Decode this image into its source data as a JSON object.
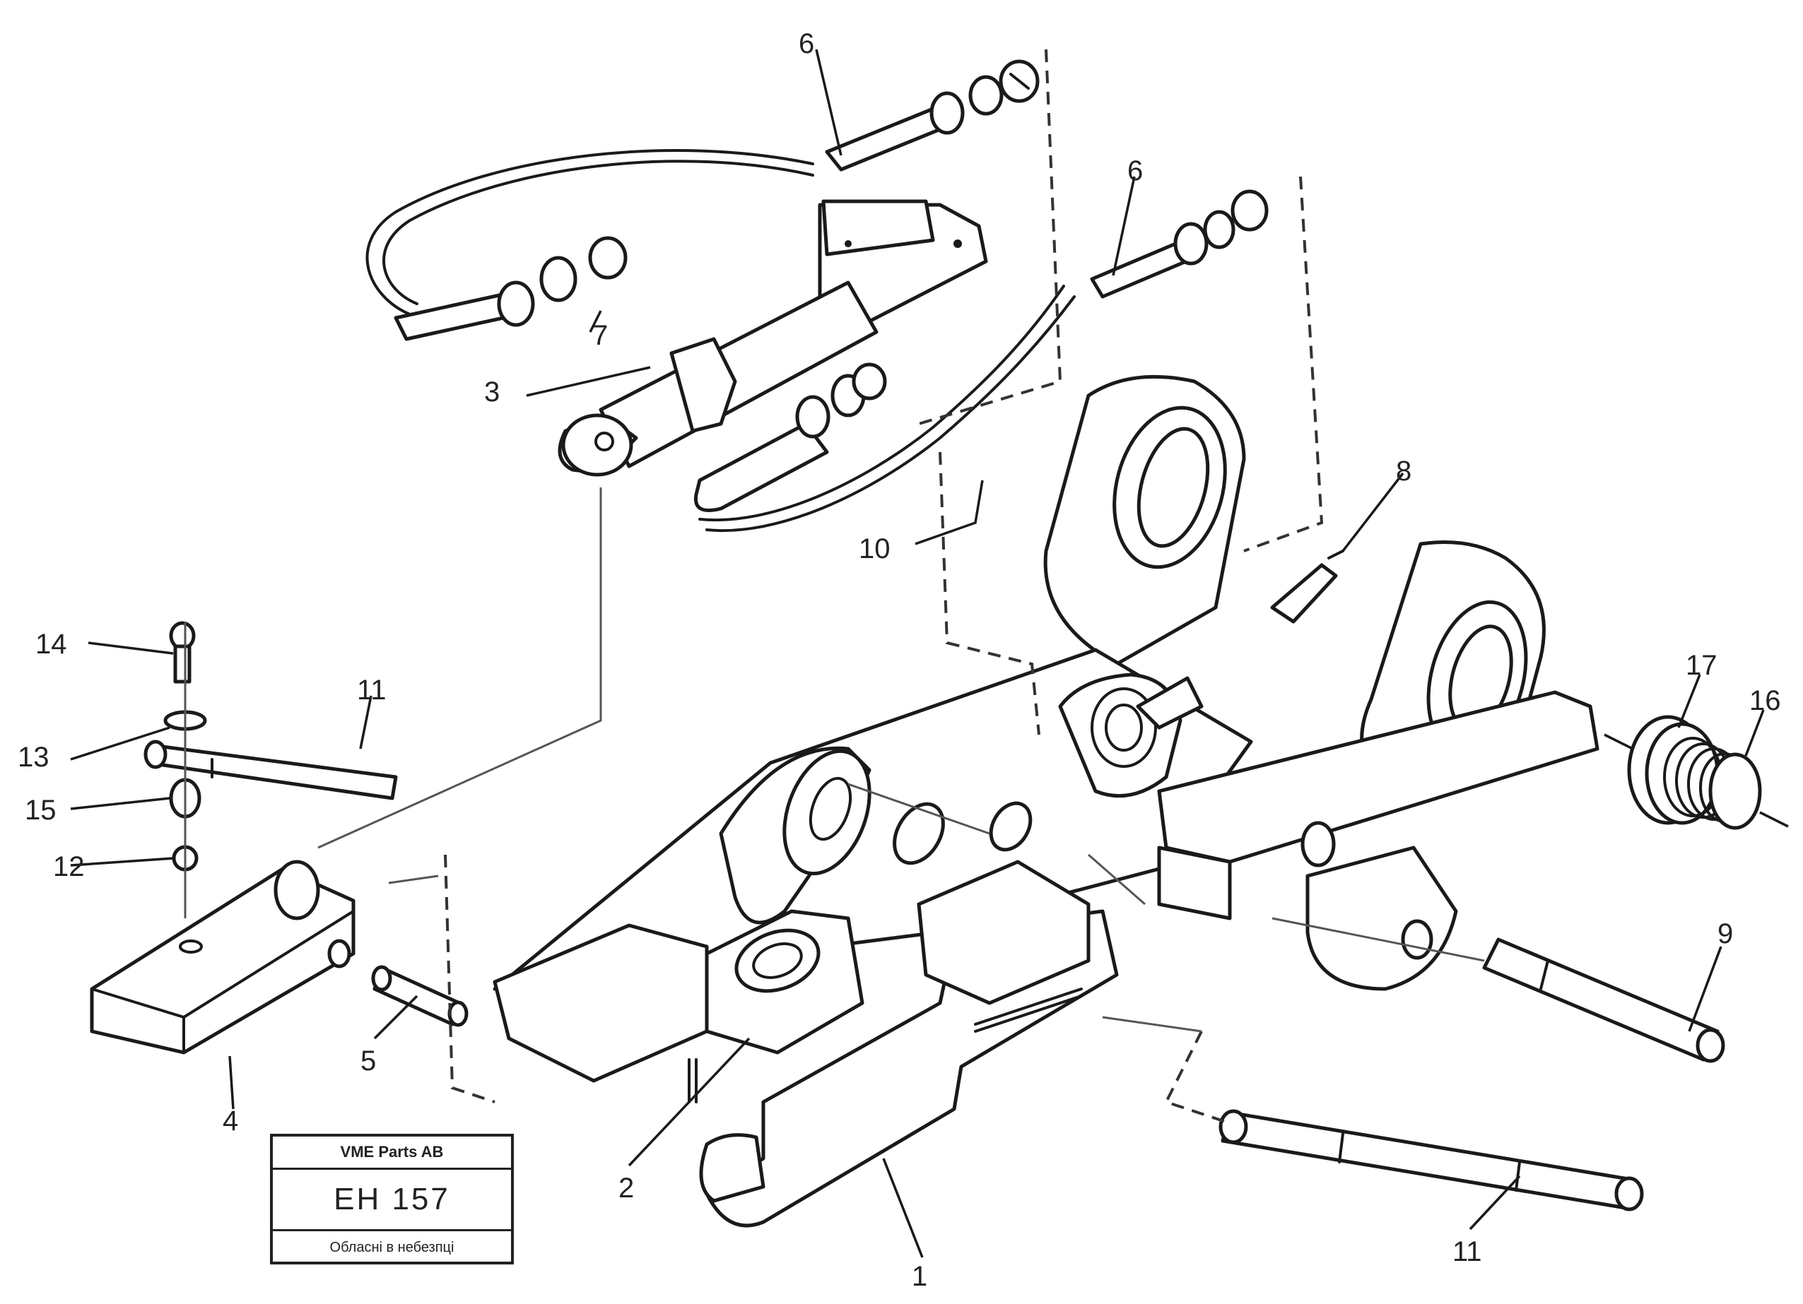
{
  "callouts": {
    "c6_top": "6",
    "c6_mid": "6",
    "c7": "7",
    "c3": "3",
    "c10": "10",
    "c8": "8",
    "c14": "14",
    "c11_left": "11",
    "c13": "13",
    "c15": "15",
    "c12": "12",
    "c17": "17",
    "c16": "16",
    "c9": "9",
    "c5": "5",
    "c4": "4",
    "c2": "2",
    "c1": "1",
    "c11_bottom": "11"
  },
  "stamp": {
    "header": "VME Parts AB",
    "code": "EH 157",
    "footer": "Обласні в небезпці"
  }
}
